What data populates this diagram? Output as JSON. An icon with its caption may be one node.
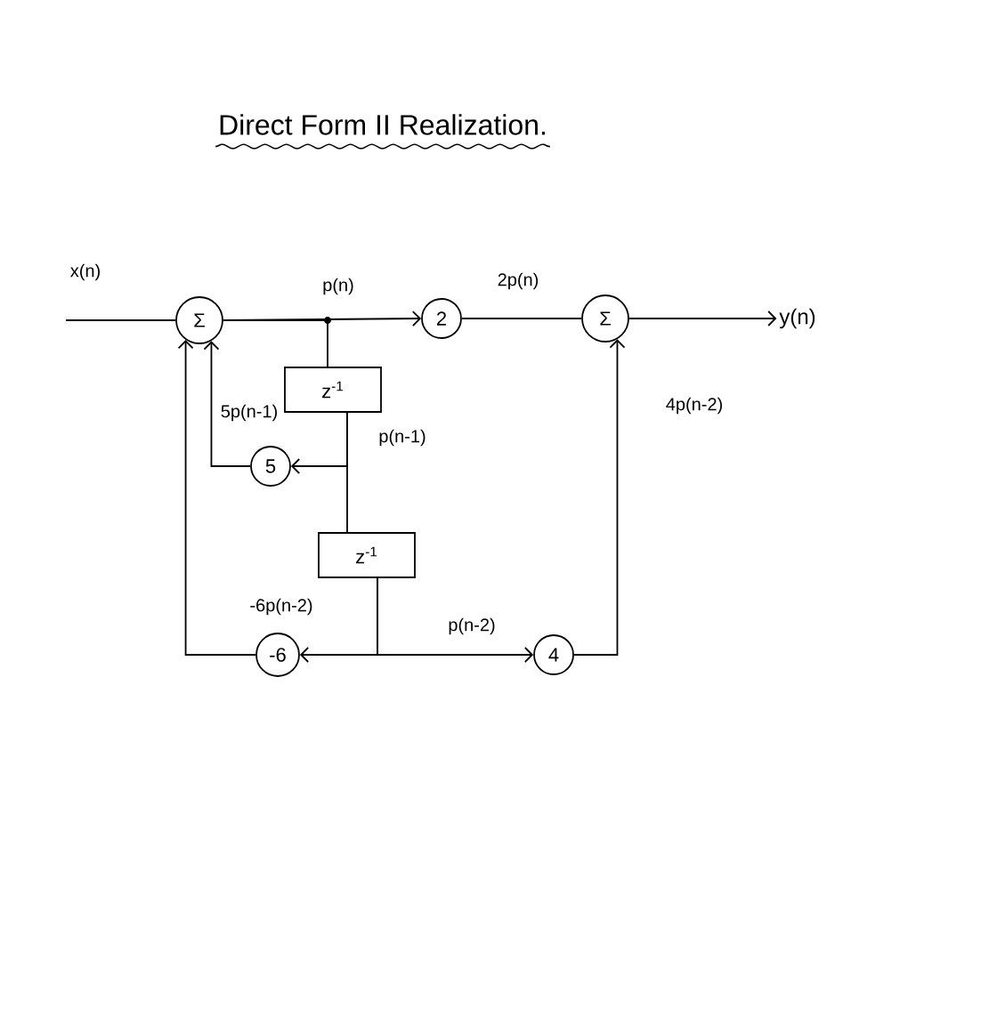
{
  "diagram": {
    "title": "Direct Form II Realization.",
    "nodes": [
      {
        "text": [
          "Σ"
        ]
      },
      {
        "text": [
          "2"
        ]
      },
      {
        "text": [
          "Σ"
        ]
      },
      {
        "text": [
          "y(n)"
        ]
      },
      {
        "text": [
          "z$^{-1}$"
        ]
      },
      {
        "text": [
          "5"
        ]
      },
      {
        "text": [
          "z$^{-1}$"
        ]
      },
      {
        "text": [
          "-6"
        ]
      },
      {
        "text": [
          "4"
        ]
      }
    ],
    "edges": [
      {
        "from": null,
        "to": 0,
        "arrow": "none",
        "label": "x(n)"
      },
      {
        "from": 0,
        "to": 1,
        "arrow": "to",
        "label": "p(n)"
      },
      {
        "from": 0,
        "to": 4,
        "arrow": "none"
      },
      {
        "from": 1,
        "to": 2,
        "arrow": "none",
        "label": "2p(n)"
      },
      {
        "from": 2,
        "to": 3,
        "arrow": "to"
      },
      {
        "from": 4,
        "to": 5,
        "arrow": "to",
        "label": "p(n-1)"
      },
      {
        "from": 4,
        "to": 6,
        "arrow": "none"
      },
      {
        "from": 6,
        "to": 7,
        "arrow": "to"
      },
      {
        "from": 6,
        "to": 8,
        "arrow": "to",
        "label": "p(n-2)"
      },
      {
        "from": 5,
        "to": 0,
        "arrow": "to",
        "label": "5p(n-1)"
      },
      {
        "from": 7,
        "to": 0,
        "arrow": "to",
        "label": "-6p(n-2)"
      },
      {
        "from": 8,
        "to": 2,
        "arrow": "to",
        "label": "4p(n-2)"
      }
    ]
  }
}
